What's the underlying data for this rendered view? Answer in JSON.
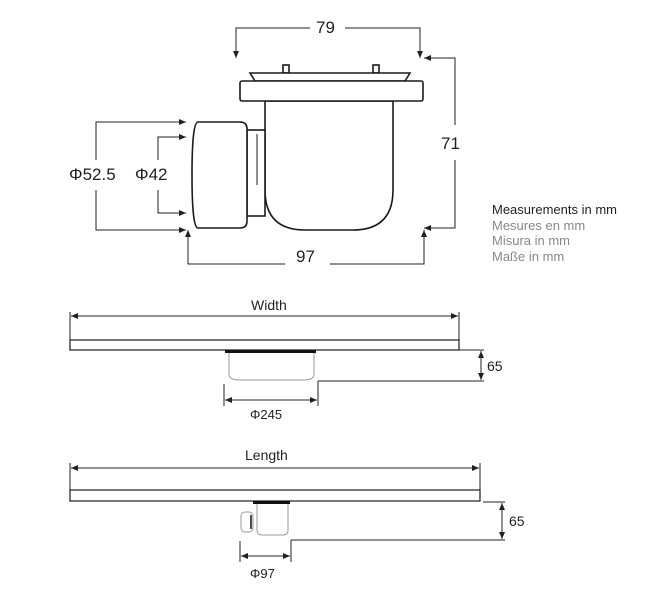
{
  "top_view": {
    "dim_width": "79",
    "dim_height": "71",
    "dim_depth": "97",
    "dim_outer_diameter": "Φ52.5",
    "dim_inner_diameter": "Φ42"
  },
  "legend": [
    "Measurements in mm",
    "Mesures en mm",
    "Misura in mm",
    "Maße in mm"
  ],
  "width_view": {
    "label": "Width",
    "height": "65",
    "diameter": "Φ245"
  },
  "length_view": {
    "label": "Length",
    "height": "65",
    "diameter": "Φ97"
  }
}
